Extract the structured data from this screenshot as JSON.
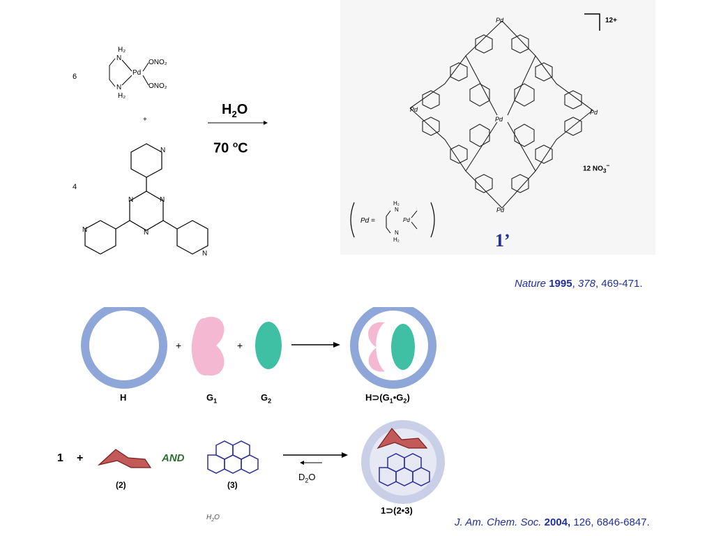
{
  "reaction_top": {
    "stoich_pd": "6",
    "plus": "+",
    "stoich_ligand": "4",
    "pd_complex": {
      "nh2_top": "H2",
      "n_top": "N",
      "pd": "Pd",
      "ono2_1": "ONO2",
      "ono2_2": "ONO2",
      "n_bottom": "N",
      "nh2_bottom": "H2"
    },
    "ligand_n": "N",
    "arrow_top_label": "H2O",
    "arrow_bottom_label": "70 oC"
  },
  "cage": {
    "charge": "12+",
    "counterion": "12 NO3−",
    "pd_label": "Pd",
    "pd_def_left": "Pd =",
    "compound_label": "1’"
  },
  "citation_1": {
    "journal": "Nature",
    "year": "1995",
    "volume": "378",
    "pages": ", 469-471."
  },
  "scheme_mid": {
    "label_h": "H",
    "label_g1": "G1",
    "label_g2": "G2",
    "label_complex": "H⊃(G1•G2)",
    "plus": "+"
  },
  "scheme_bottom": {
    "host": "1",
    "plus": "+",
    "and": "AND",
    "label_2": "(2)",
    "label_3": "(3)",
    "arrow_label": "D2O",
    "product": "1⊃(2•3)",
    "h2o_note": "H2O"
  },
  "citation_2": {
    "journal": "J. Am. Chem. Soc.",
    "year": "2004,",
    "volume": "126",
    "pages": ", 6846-6847."
  }
}
